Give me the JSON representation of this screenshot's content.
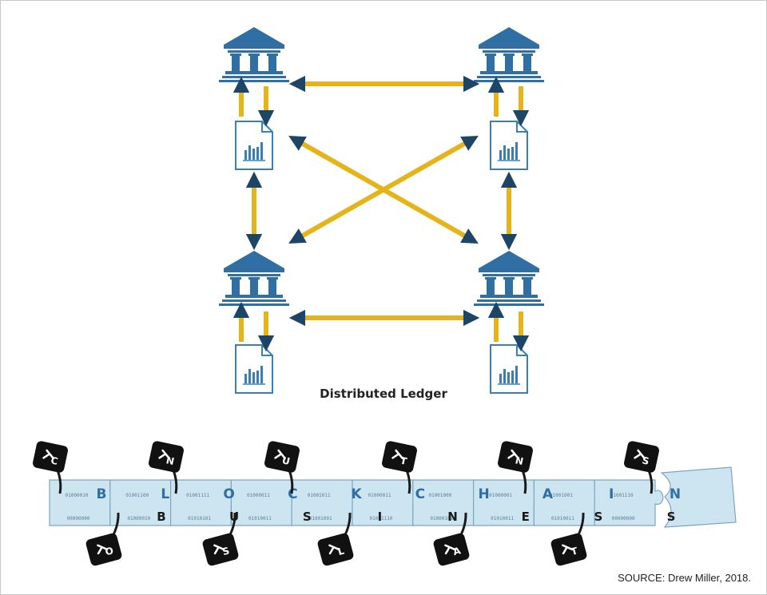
{
  "caption": "Distributed Ledger",
  "source": "SOURCE: Drew Miller, 2018.",
  "colors": {
    "bank": "#2f6fa3",
    "arrow": "#e5b31a",
    "arrowhead": "#1d4566",
    "doc": "#3a7fb2",
    "puzzle": "#cde5f1",
    "lock": "#111111"
  },
  "nodes": [
    {
      "id": "top-left",
      "icon": "bank-icon",
      "doc_icon": "ledger-document-icon"
    },
    {
      "id": "top-right",
      "icon": "bank-icon",
      "doc_icon": "ledger-document-icon"
    },
    {
      "id": "bottom-left",
      "icon": "bank-icon",
      "doc_icon": "ledger-document-icon"
    },
    {
      "id": "bottom-right",
      "icon": "bank-icon",
      "doc_icon": "ledger-document-icon"
    }
  ],
  "connections": [
    [
      "top-left",
      "top-right"
    ],
    [
      "bottom-left",
      "bottom-right"
    ],
    [
      "top-left",
      "bottom-left"
    ],
    [
      "top-right",
      "bottom-right"
    ],
    [
      "top-left",
      "bottom-right"
    ],
    [
      "top-right",
      "bottom-left"
    ]
  ],
  "chain": {
    "top_letters": [
      "B",
      "L",
      "O",
      "C",
      "K",
      "C",
      "H",
      "A",
      "I",
      "N"
    ],
    "bottom_letters": [
      "B",
      "U",
      "S",
      "I",
      "N",
      "E",
      "S",
      "S"
    ],
    "binary_top": [
      "01000010",
      "01001100",
      "01001111",
      "01000011",
      "01001011",
      "01000011",
      "01001000",
      "01000001",
      "01001001",
      "01001110"
    ],
    "binary_bottom": [
      "00000000",
      "01000010",
      "01010101",
      "01010011",
      "01001001",
      "01001110",
      "01000101",
      "01010011",
      "01010011",
      "00000000"
    ],
    "top_locks": [
      "C",
      "N",
      "U",
      "T",
      "N",
      "S"
    ],
    "bottom_locks": [
      "O",
      "S",
      "L",
      "A",
      "T"
    ]
  }
}
